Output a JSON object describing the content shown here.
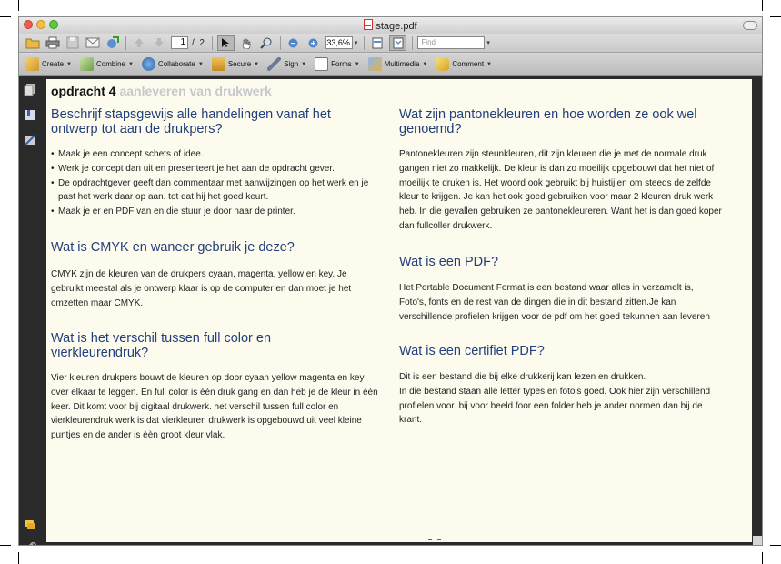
{
  "window": {
    "title": "stage.pdf"
  },
  "toolbar": {
    "page_current": "1",
    "page_separator": "/",
    "page_total": "2",
    "zoom": "33,6%",
    "find_placeholder": "Find"
  },
  "tasks": [
    {
      "label": "Create",
      "icon": "create-icon"
    },
    {
      "label": "Combine",
      "icon": "combine-icon"
    },
    {
      "label": "Collaborate",
      "icon": "collaborate-icon"
    },
    {
      "label": "Secure",
      "icon": "lock-icon"
    },
    {
      "label": "Sign",
      "icon": "pen-icon"
    },
    {
      "label": "Forms",
      "icon": "forms-icon"
    },
    {
      "label": "Multimedia",
      "icon": "multimedia-icon"
    },
    {
      "label": "Comment",
      "icon": "comment-icon"
    }
  ],
  "document": {
    "heading": {
      "prefix": "opdracht",
      "number": "4",
      "subtitle": "aanleveren van drukwerk"
    },
    "left": {
      "q1": "Beschrijf stapsgewijs alle handelingen vanaf het ontwerp tot aan de drukpers?",
      "bullets": [
        "Maak je een concept schets of idee.",
        "Werk je concept dan uit en presenteert je het aan de opdracht gever.",
        "De opdrachtgever geeft dan commentaar met aanwijzingen op het werk en je past het werk daar op aan. tot dat hij het goed keurt.",
        "Maak je er en PDF van en die stuur je door naar de printer."
      ],
      "q2": "Wat is CMYK en waneer gebruik je deze?",
      "a2": "CMYK zijn de kleuren van de drukpers cyaan, magenta, yellow en key. Je gebruikt meestal als je ontwerp klaar is op de computer en dan moet je het omzetten maar CMYK.",
      "q3": "Wat is het verschil tussen full color en vierkleurendruk?",
      "a3": "Vier kleuren drukpers bouwt de kleuren op door cyaan yellow magenta en key over elkaar te leggen. En full color is èèn druk gang en dan heb je de kleur in èèn keer. Dit komt voor bij digitaal drukwerk. het verschil tussen full color en vierkleurendruk werk is dat vierkleuren drukwerk is opgebouwd uit veel kleine puntjes en de ander is èèn groot kleur vlak."
    },
    "right": {
      "q1": "Wat zijn pantonekleuren en hoe worden ze ook wel genoemd?",
      "a1": "Pantonekleuren zijn steunkleuren, dit zijn kleuren die je met de normale druk gangen niet zo makkelijk. De kleur is dan zo moeilijk opgebouwt dat het niet of moeilijk te druken is. Het woord ook gebruikt bij huistijlen om steeds de zelfde kleur te krijgen. Je kan het ook goed gebruiken voor maar 2 kleuren druk werk heb. In die gevallen gebruiken ze pantonekleureren. Want het is dan goed koper dan fullcoller drukwerk.",
      "q2": "Wat is een PDF?",
      "a2": "Het Portable Document Format is een bestand waar alles in verzamelt is, Foto's, fonts en de rest van de dingen die in dit bestand zitten.Je kan verschillende profielen krijgen voor de pdf om het goed tekunnen aan leveren",
      "q3": "Wat is een certifiet PDF?",
      "a3_line1": "Dit is een bestand die bij elke drukkerij kan lezen en drukken.",
      "a3_line2": "In die bestand staan alle letter types en foto's goed. Ook hier zijn verschillend profielen voor. bij voor beeld foor een folder heb je ander normen dan bij de krant."
    }
  },
  "colors": {
    "heading_blue": "#223f7b",
    "page_bg": "#fdfbee",
    "sidebar_bg": "#2a2a2a"
  }
}
